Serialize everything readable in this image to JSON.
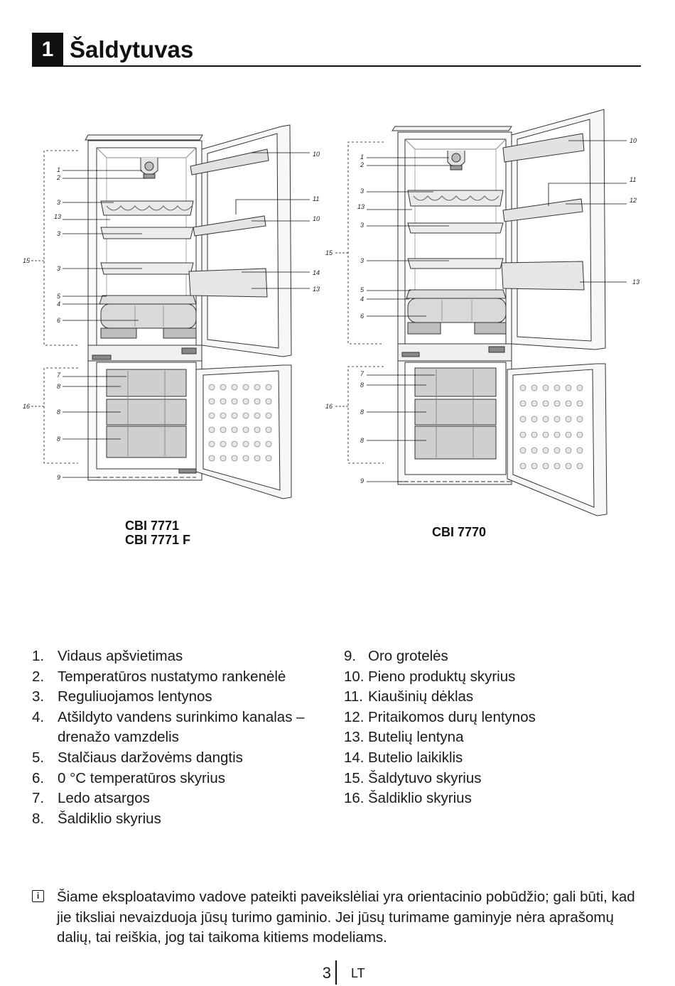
{
  "header": {
    "number": "1",
    "title": "Šaldytuvas"
  },
  "figure_left": {
    "callouts": {
      "c1": "1",
      "c2": "2",
      "c3a": "3",
      "c13a": "13",
      "c3b": "3",
      "c3c": "3",
      "c5": "5",
      "c4": "4",
      "c6": "6",
      "c7": "7",
      "c8a": "8",
      "c8b": "8",
      "c8c": "8",
      "c9": "9",
      "c15": "15",
      "c16": "16",
      "c10a": "10",
      "c11": "11",
      "c10b": "10",
      "c14": "14",
      "c13b": "13"
    },
    "model_line1": "CBI 7771",
    "model_line2": "CBI 7771 F"
  },
  "figure_right": {
    "callouts": {
      "c1": "1",
      "c2": "2",
      "c3a": "3",
      "c13a": "13",
      "c3b": "3",
      "c3c": "3",
      "c5": "5",
      "c4": "4",
      "c6": "6",
      "c7": "7",
      "c8a": "8",
      "c8b": "8",
      "c8c": "8",
      "c9": "9",
      "c15": "15",
      "c16": "16",
      "c10": "10",
      "c11": "11",
      "c12": "12",
      "c13b": "13"
    },
    "model": "CBI 7770"
  },
  "legend_left": [
    {
      "num": "1.",
      "text": "Vidaus apšvietimas"
    },
    {
      "num": "2.",
      "text": "Temperatūros nustatymo rankenėlė"
    },
    {
      "num": "3.",
      "text": "Reguliuojamos lentynos"
    },
    {
      "num": "4.",
      "text": "Atšildyto vandens surinkimo kanalas –"
    },
    {
      "num": "",
      "text": "drenažo vamzdelis"
    },
    {
      "num": "5.",
      "text": "Stalčiaus daržovėms dangtis"
    },
    {
      "num": "6.",
      "text": "0 °C temperatūros skyrius"
    },
    {
      "num": "7.",
      "text": "Ledo atsargos"
    },
    {
      "num": "8.",
      "text": "Šaldiklio skyrius"
    }
  ],
  "legend_right": [
    {
      "num": "9.",
      "text": "Oro grotelės"
    },
    {
      "num": "10.",
      "text": "Pieno produktų skyrius"
    },
    {
      "num": "11.",
      "text": "Kiaušinių dėklas"
    },
    {
      "num": "12.",
      "text": "Pritaikomos durų lentynos"
    },
    {
      "num": "13.",
      "text": "Butelių lentyna"
    },
    {
      "num": "14.",
      "text": "Butelio laikiklis"
    },
    {
      "num": "15.",
      "text": "Šaldytuvo skyrius"
    },
    {
      "num": "16.",
      "text": "Šaldiklio skyrius"
    }
  ],
  "note": {
    "icon": "info-icon",
    "text": "Šiame eksploatavimo vadove pateikti paveikslėliai yra orientacinio pobūdžio; gali būti, kad jie tiksliai nevaizduoja jūsų turimo gaminio. Jei jūsų turimame gaminyje nėra aprašomų dalių, tai reiškia, jog tai taikoma kitiems modeliams."
  },
  "footer": {
    "page": "3",
    "lang": "LT"
  }
}
